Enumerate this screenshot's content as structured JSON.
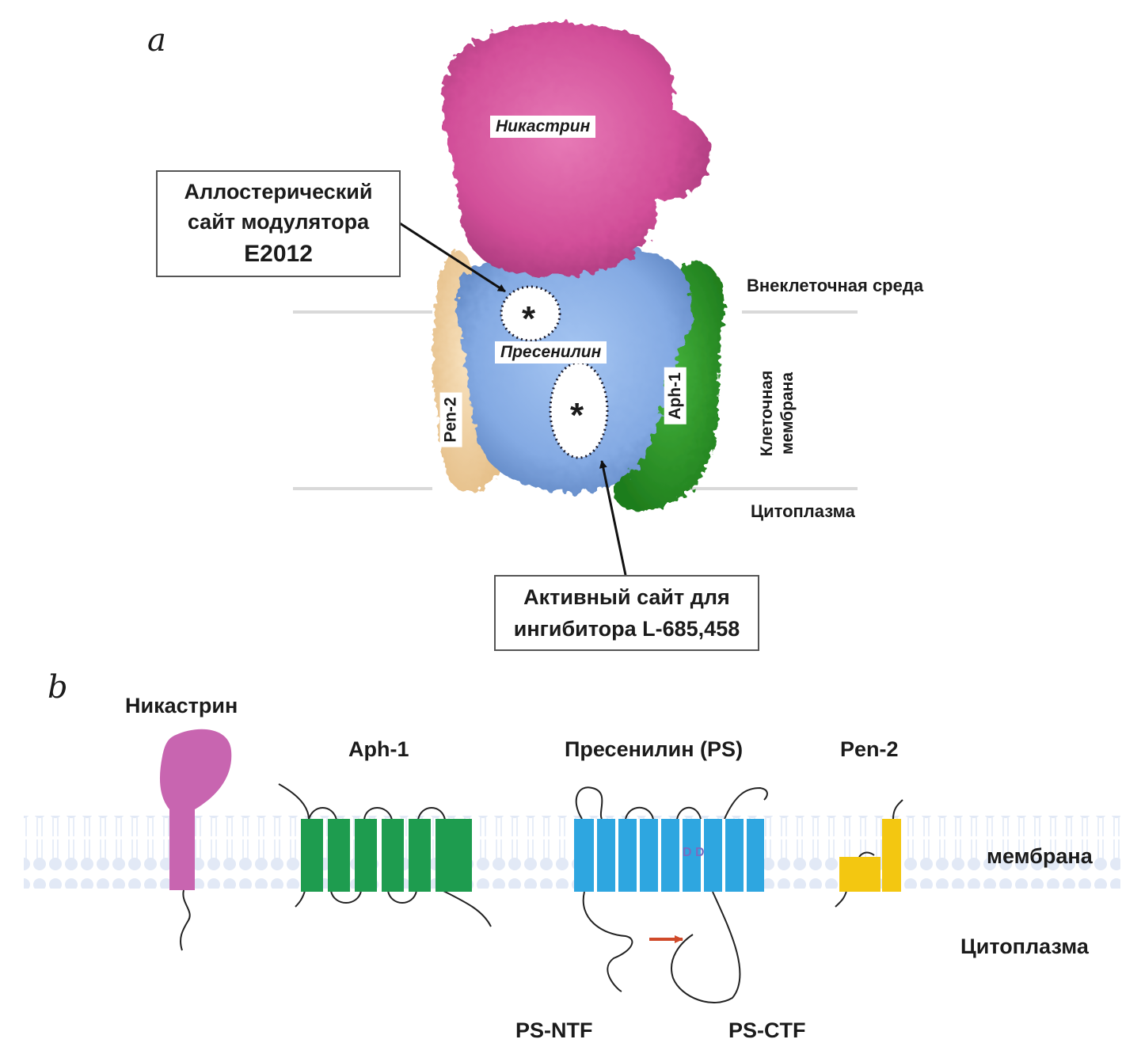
{
  "panel_a": {
    "letter": "a",
    "proteins": {
      "nicastrin": "Никастрин",
      "presenilin": "Пресенилин",
      "pen2": "Pen-2",
      "aph1": "Aph-1"
    },
    "allosteric_box": {
      "line1": "Аллостерический",
      "line2": "сайт модулятора",
      "line3": "E2012"
    },
    "active_box": {
      "line1": "Активный сайт для",
      "line2": "ингибитора L-685,458"
    },
    "site_marker": "*",
    "regions": {
      "extracellular": "Внеклеточная среда",
      "membrane_line1": "Клеточная",
      "membrane_line2": "мембрана",
      "cytoplasm": "Цитоплазма"
    },
    "colors": {
      "nicastrin": "#d8509a",
      "presenilin": "#87aee6",
      "pen2": "#f2d2a2",
      "aph1": "#2e9b2a"
    }
  },
  "panel_b": {
    "letter": "b",
    "labels": {
      "nicastrin": "Никастрин",
      "aph1": "Aph-1",
      "presenilin": "Пресенилин (PS)",
      "pen2": "Pen-2",
      "membrane": "мембрана",
      "cytoplasm": "Цитоплазма",
      "ps_ntf": "PS-NTF",
      "ps_ctf": "PS-CTF",
      "dd": "D D"
    },
    "colors": {
      "nicastrin": "#c865b0",
      "aph1": "#1e9c4f",
      "presenilin": "#2ea6e0",
      "pen2": "#f3c711",
      "membrane": "#e4ebf6",
      "cleavage_arrow": "#d04a2a"
    }
  }
}
